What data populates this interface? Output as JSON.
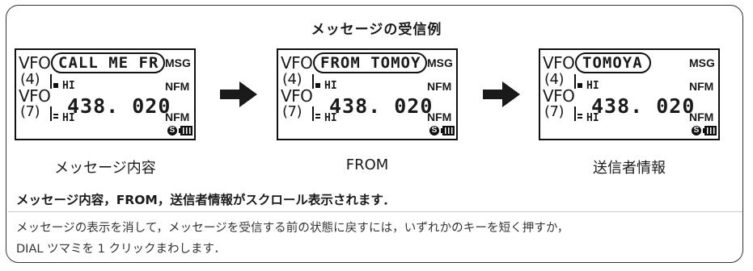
{
  "title": "メッセージの受信例",
  "lcd_common": {
    "vfo_top": "VFO",
    "ch_top": "(4)",
    "vfo_bottom": "VFO",
    "ch_bottom": "(7)",
    "msg": "MSG",
    "hi_top": "HI",
    "nfm_top": "NFM",
    "freq": "438. 020",
    "hi_bottom": "HI",
    "nfm_bottom": "NFM",
    "s_badge": "S"
  },
  "screens": [
    {
      "message": "CALL ME FR",
      "caption": "メッセージ内容"
    },
    {
      "message": "FROM TOMOY",
      "caption": "FROM"
    },
    {
      "message": "TOMOYA",
      "caption": "送信者情報"
    }
  ],
  "text": {
    "line1": "メッセージ内容，FROM，送信者情報がスクロール表示されます．",
    "line2": "メッセージの表示を消して，メッセージを受信する前の状態に戻すには，いずれかのキーを短く押すか，",
    "line3": "DIAL ツマミを 1 クリックまわします．"
  },
  "colors": {
    "ink": "#111111",
    "separator": "#cccccc"
  }
}
